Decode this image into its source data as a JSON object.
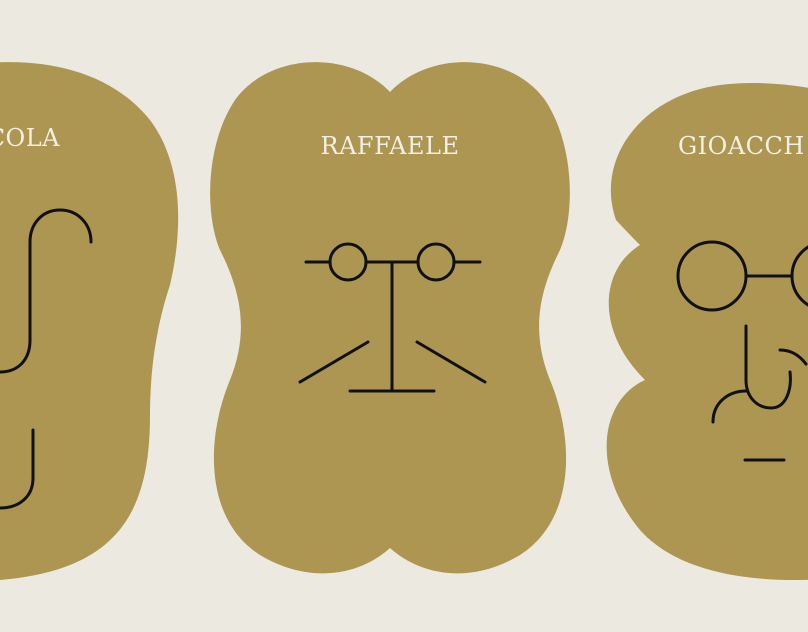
{
  "colors": {
    "background": "#ece9e0",
    "shape_fill": "#ad9652",
    "label_text": "#f3efe4",
    "line": "#111111"
  },
  "cards": [
    {
      "label": "COLA",
      "face": "left-partial-face"
    },
    {
      "label": "RAFFAELE",
      "face": "glasses-nose-mustache-face"
    },
    {
      "label": "GIOACCH",
      "face": "round-glasses-nose-face"
    }
  ]
}
